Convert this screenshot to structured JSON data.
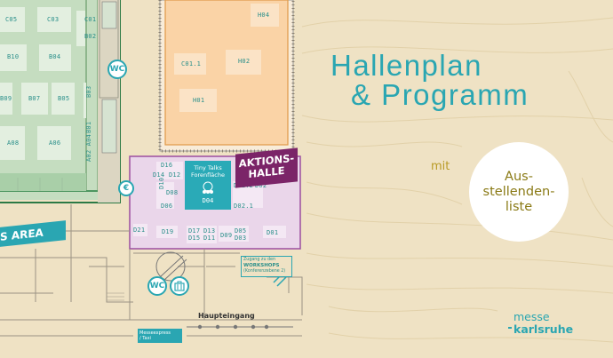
{
  "title": {
    "line1": "Hallenplan",
    "line2": "& Programm"
  },
  "subtitle_mit": "mit",
  "circle_text": [
    "Aus-",
    "stellenden-",
    "liste"
  ],
  "aktionshalle": [
    "AKTIONS-",
    "HALLE"
  ],
  "stage": {
    "line1": "Tiny Talks",
    "line2": "Forenfläche",
    "booth": "D04"
  },
  "area_label": "S AREA",
  "icons": {
    "wc_top": "WC",
    "euro": "€",
    "wc_bottom": "WC"
  },
  "workshop": {
    "line1": "Zugang zu den",
    "line2": "WORKSHOPS",
    "line3": "(Konferenzebene 2)"
  },
  "haupteingang": "Haupteingang",
  "messeexpress": {
    "line1": "Messeexpress",
    "line2": "/ Taxi"
  },
  "logo": {
    "line1": "messe",
    "line2": "karlsruhe"
  },
  "booths": {
    "c05": "C05",
    "c03": "C03",
    "c01": "C01",
    "b02": "B02",
    "b10": "B10",
    "b04": "B04",
    "b09": "B09",
    "b07": "B07",
    "b05": "B05",
    "b03": "B03",
    "b01": "B01",
    "a08": "A08",
    "a06": "A06",
    "a02a04": "A02 A04",
    "h04": "H04",
    "c011": "C01.1",
    "h02": "H02",
    "h01": "H01",
    "d16": "D16",
    "d14": "D14",
    "d12": "D12",
    "d10": "D10",
    "d08": "D08",
    "d06": "D06",
    "d022": "D02.2",
    "d02": "D02",
    "d021": "D02.1",
    "d21": "D21",
    "d19": "D19",
    "d17": "D17",
    "d13": "D13",
    "d15": "D15",
    "d11": "D11",
    "d09": "D09",
    "d05": "D05",
    "d03": "D03",
    "d01": "D01"
  },
  "colors": {
    "teal": "#2aa6b2",
    "purple": "#7b2468",
    "sand": "#efe2c4",
    "olive": "#b89a24"
  }
}
